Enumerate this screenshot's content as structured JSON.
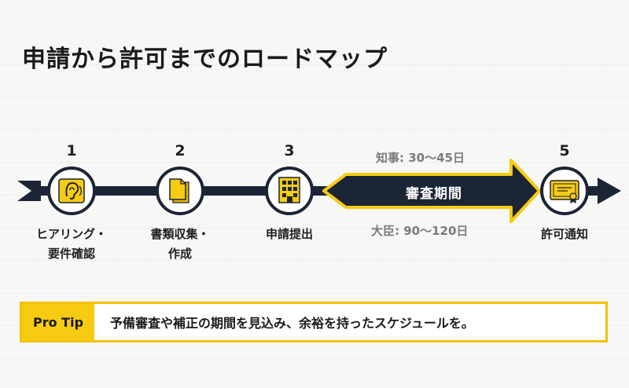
{
  "title": "申請から許可までのロードマップ",
  "steps": [
    {
      "number": "1",
      "label_line1": "ヒアリング・",
      "label_line2": "要件確認",
      "icon": "ear-icon"
    },
    {
      "number": "2",
      "label_line1": "書類収集・",
      "label_line2": "作成",
      "icon": "documents-icon"
    },
    {
      "number": "3",
      "label_line1": "申請提出",
      "label_line2": "",
      "icon": "building-icon"
    },
    {
      "number": "5",
      "label_line1": "許可通知",
      "label_line2": "",
      "icon": "certificate-icon"
    }
  ],
  "review": {
    "label": "審査期間",
    "governor": "知事: 30〜45日",
    "minister": "大臣: 90〜120日"
  },
  "pro_tip": {
    "label": "Pro Tip",
    "text": "予備審査や補正の期間を見込み、余裕を持ったスケジュールを。"
  },
  "colors": {
    "navy": "#1c2536",
    "accent": "#f6cb12",
    "background": "#f7f7f5"
  }
}
